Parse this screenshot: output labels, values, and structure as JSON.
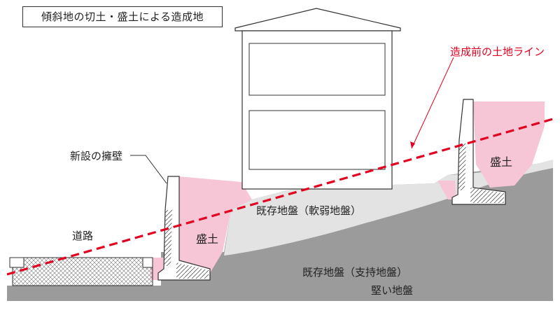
{
  "title": "傾斜地の切土・盛土による造成地",
  "labels": {
    "original_ground_line": "造成前の土地ライン",
    "retaining_wall": "新設の擁壁",
    "road": "道路",
    "fill_left": "盛土",
    "fill_right": "盛土",
    "soft_ground": "既存地盤（軟弱地盤）",
    "supporting_ground": "既存地盤（支持地盤）",
    "hard_ground": "堅い地盤"
  },
  "colors": {
    "fill_soil": "#f7c6d6",
    "soft_ground": "#e3e3e3",
    "supporting_ground": "#9b9b9b",
    "red_line": "#e1001f",
    "outline": "#333333"
  }
}
